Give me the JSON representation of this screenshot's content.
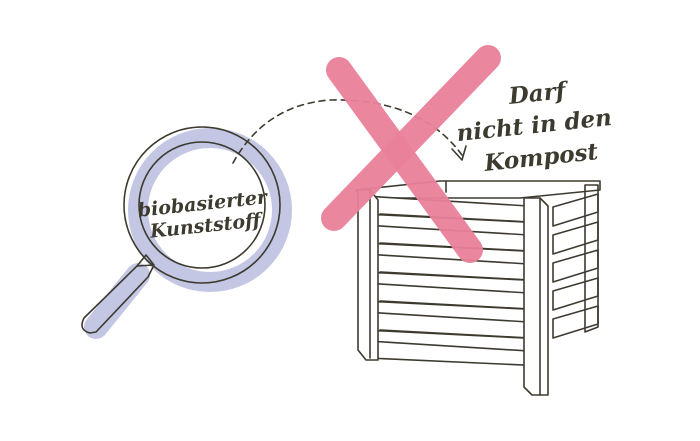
{
  "magnifier": {
    "line1": "biobasierter",
    "line2": "Kunststoff"
  },
  "warning": {
    "line1": "Darf",
    "line2": "nicht in den",
    "line3": "Kompost"
  },
  "colors": {
    "ink": "#3d3a2f",
    "lens_ring": "#c3c7e4",
    "cross": "#e9819a"
  },
  "icons": {
    "magnifier": "magnifying-glass-icon",
    "cross": "x-cross-icon",
    "arrow": "dashed-arrow-icon",
    "bin": "compost-bin-icon"
  }
}
